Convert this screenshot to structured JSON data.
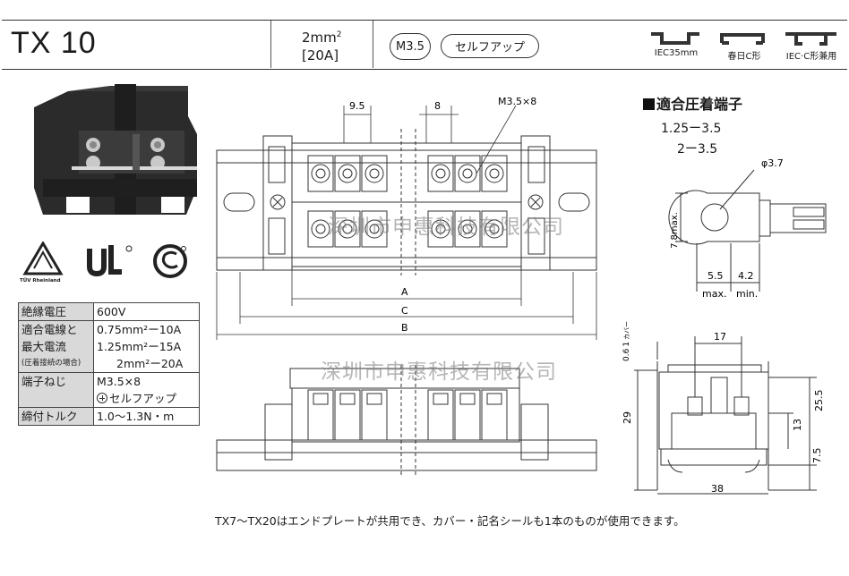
{
  "header": {
    "model": "TX 10",
    "wire_size": "2mm",
    "wire_sup": "2",
    "current": "[20A]",
    "screw": "M3.5",
    "selfup": "セルフアップ",
    "rails": [
      "IEC35mm",
      "春日C形",
      "IEC·C形兼用"
    ]
  },
  "certs": {
    "tuv_label": "TÜV Rheinland"
  },
  "spec_table": {
    "rows": [
      {
        "label": "絶縁電圧",
        "value": "600V"
      },
      {
        "label": "適合電線と",
        "value": "0.75mm²ー10A"
      },
      {
        "label": "最大電流",
        "value": "1.25mm²ー15A"
      },
      {
        "label": "(圧着接続の場合)",
        "value": "2mm²ー20A"
      },
      {
        "label": "端子ねじ",
        "value": "M3.5×8"
      },
      {
        "label": "",
        "value": "セルフアップ"
      },
      {
        "label": "締付トルク",
        "value": "1.0〜1.3N・m"
      }
    ]
  },
  "crimp": {
    "title": "適合圧着端子",
    "sizes": [
      "1.25ー3.5",
      "2ー3.5"
    ],
    "dims": {
      "hole": "φ3.7",
      "height": "7.8max.",
      "w1": "5.5",
      "w1_note": "max.",
      "w2": "4.2",
      "w2_note": "min."
    }
  },
  "top_view": {
    "pitch_a": "9.5",
    "pitch_b": "8",
    "screw_label": "M3.5×8",
    "dim_a": "A",
    "dim_c": "C",
    "dim_b": "B"
  },
  "side_view": {
    "cover_dim": "0.6",
    "cover_sup": "1",
    "cover_label": "カバー",
    "w_top": "17",
    "h_total": "29",
    "h_right": "25.5",
    "h_mid": "13",
    "h_bot": "7.5",
    "w_bottom": "38"
  },
  "watermark": "深圳市申惠科技有限公司",
  "footer": "TX7〜TX20はエンドプレートが共用でき、カバー・記名シールも1本のものが使用できます。"
}
